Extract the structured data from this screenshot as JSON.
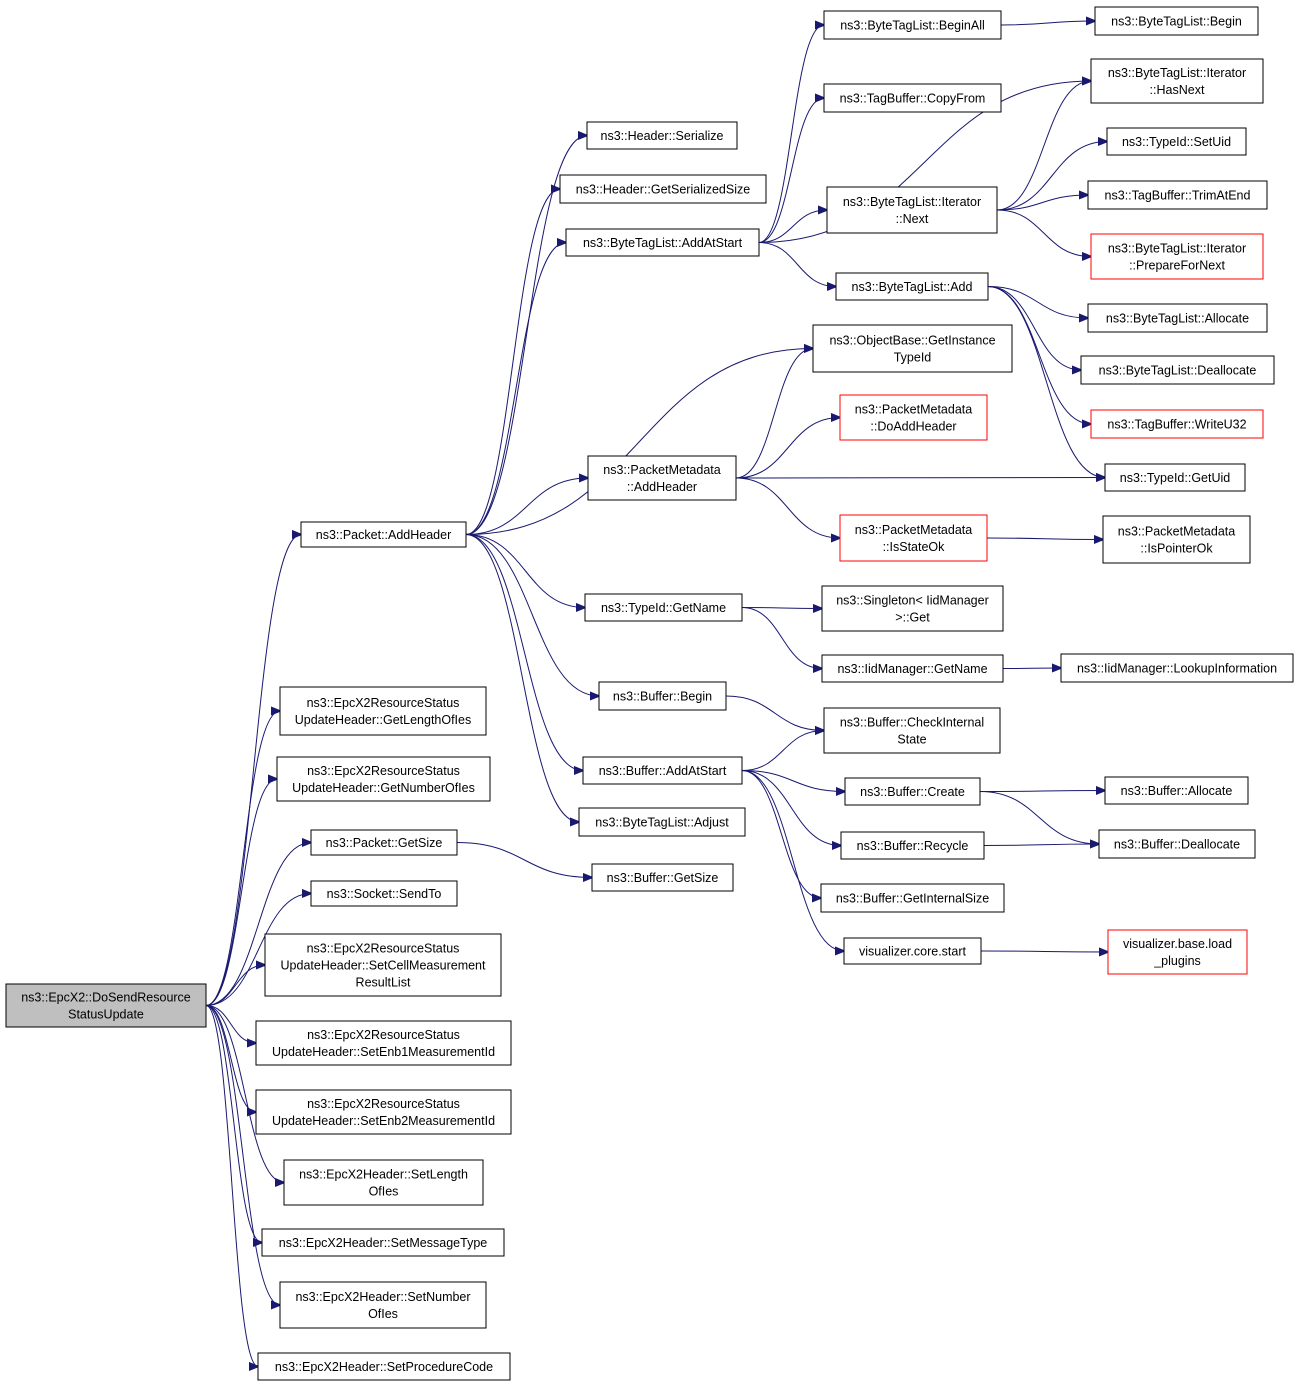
{
  "nodes": [
    {
      "id": "root",
      "lines": [
        "ns3::EpcX2::DoSendResource",
        "StatusUpdate"
      ],
      "root": true
    },
    {
      "id": "pkt_addheader",
      "lines": [
        "ns3::Packet::AddHeader"
      ]
    },
    {
      "id": "gli",
      "lines": [
        "ns3::EpcX2ResourceStatus",
        "UpdateHeader::GetLengthOfIes"
      ]
    },
    {
      "id": "gni",
      "lines": [
        "ns3::EpcX2ResourceStatus",
        "UpdateHeader::GetNumberOfIes"
      ]
    },
    {
      "id": "pkt_getsize",
      "lines": [
        "ns3::Packet::GetSize"
      ]
    },
    {
      "id": "sendto",
      "lines": [
        "ns3::Socket::SendTo"
      ]
    },
    {
      "id": "setcell",
      "lines": [
        "ns3::EpcX2ResourceStatus",
        "UpdateHeader::SetCellMeasurement",
        "ResultList"
      ]
    },
    {
      "id": "setenb1",
      "lines": [
        "ns3::EpcX2ResourceStatus",
        "UpdateHeader::SetEnb1MeasurementId"
      ]
    },
    {
      "id": "setenb2",
      "lines": [
        "ns3::EpcX2ResourceStatus",
        "UpdateHeader::SetEnb2MeasurementId"
      ]
    },
    {
      "id": "setlen",
      "lines": [
        "ns3::EpcX2Header::SetLength",
        "OfIes"
      ]
    },
    {
      "id": "setmsg",
      "lines": [
        "ns3::EpcX2Header::SetMessageType"
      ]
    },
    {
      "id": "setnum",
      "lines": [
        "ns3::EpcX2Header::SetNumber",
        "OfIes"
      ]
    },
    {
      "id": "setproc",
      "lines": [
        "ns3::EpcX2Header::SetProcedureCode"
      ]
    },
    {
      "id": "hdr_ser",
      "lines": [
        "ns3::Header::Serialize"
      ]
    },
    {
      "id": "hdr_gss",
      "lines": [
        "ns3::Header::GetSerializedSize"
      ]
    },
    {
      "id": "btl_addatstart",
      "lines": [
        "ns3::ByteTagList::AddAtStart"
      ]
    },
    {
      "id": "pm_addheader",
      "lines": [
        "ns3::PacketMetadata",
        "::AddHeader"
      ]
    },
    {
      "id": "tid_getname",
      "lines": [
        "ns3::TypeId::GetName"
      ]
    },
    {
      "id": "buf_begin",
      "lines": [
        "ns3::Buffer::Begin"
      ]
    },
    {
      "id": "buf_addatstart",
      "lines": [
        "ns3::Buffer::AddAtStart"
      ]
    },
    {
      "id": "btl_adjust",
      "lines": [
        "ns3::ByteTagList::Adjust"
      ]
    },
    {
      "id": "buf_getsize",
      "lines": [
        "ns3::Buffer::GetSize"
      ]
    },
    {
      "id": "btl_beginall",
      "lines": [
        "ns3::ByteTagList::BeginAll"
      ]
    },
    {
      "id": "tb_copyfrom",
      "lines": [
        "ns3::TagBuffer::CopyFrom"
      ]
    },
    {
      "id": "btl_it_next",
      "lines": [
        "ns3::ByteTagList::Iterator",
        "::Next"
      ]
    },
    {
      "id": "btl_add",
      "lines": [
        "ns3::ByteTagList::Add"
      ]
    },
    {
      "id": "ob_gettid",
      "lines": [
        "ns3::ObjectBase::GetInstance",
        "TypeId"
      ]
    },
    {
      "id": "pm_doadd",
      "lines": [
        "ns3::PacketMetadata",
        "::DoAddHeader"
      ],
      "missing": true
    },
    {
      "id": "pm_isstate",
      "lines": [
        "ns3::PacketMetadata",
        "::IsStateOk"
      ],
      "missing": true
    },
    {
      "id": "singleton_get",
      "lines": [
        "ns3::Singleton< IidManager",
        ">::Get"
      ]
    },
    {
      "id": "iid_getname",
      "lines": [
        "ns3::IidManager::GetName"
      ]
    },
    {
      "id": "buf_checkint",
      "lines": [
        "ns3::Buffer::CheckInternal",
        "State"
      ]
    },
    {
      "id": "buf_create",
      "lines": [
        "ns3::Buffer::Create"
      ]
    },
    {
      "id": "buf_recycle",
      "lines": [
        "ns3::Buffer::Recycle"
      ]
    },
    {
      "id": "buf_getint",
      "lines": [
        "ns3::Buffer::GetInternalSize"
      ]
    },
    {
      "id": "viz_start",
      "lines": [
        "visualizer.core.start"
      ]
    },
    {
      "id": "btl_begin",
      "lines": [
        "ns3::ByteTagList::Begin"
      ]
    },
    {
      "id": "btl_it_hasnext",
      "lines": [
        "ns3::ByteTagList::Iterator",
        "::HasNext"
      ]
    },
    {
      "id": "tid_setuid",
      "lines": [
        "ns3::TypeId::SetUid"
      ]
    },
    {
      "id": "tb_trim",
      "lines": [
        "ns3::TagBuffer::TrimAtEnd"
      ]
    },
    {
      "id": "btl_it_prep",
      "lines": [
        "ns3::ByteTagList::Iterator",
        "::PrepareForNext"
      ],
      "missing": true
    },
    {
      "id": "btl_alloc",
      "lines": [
        "ns3::ByteTagList::Allocate"
      ]
    },
    {
      "id": "btl_dealloc",
      "lines": [
        "ns3::ByteTagList::Deallocate"
      ]
    },
    {
      "id": "tb_write",
      "lines": [
        "ns3::TagBuffer::WriteU32"
      ],
      "missing": true
    },
    {
      "id": "tid_getuid",
      "lines": [
        "ns3::TypeId::GetUid"
      ]
    },
    {
      "id": "pm_isptr",
      "lines": [
        "ns3::PacketMetadata",
        "::IsPointerOk"
      ]
    },
    {
      "id": "iid_lookup",
      "lines": [
        "ns3::IidManager::LookupInformation"
      ]
    },
    {
      "id": "buf_alloc",
      "lines": [
        "ns3::Buffer::Allocate"
      ]
    },
    {
      "id": "buf_dealloc",
      "lines": [
        "ns3::Buffer::Deallocate"
      ]
    },
    {
      "id": "viz_load",
      "lines": [
        "visualizer.base.load",
        "_plugins"
      ],
      "missing": true
    }
  ],
  "edges": [
    [
      "root",
      "pkt_addheader"
    ],
    [
      "root",
      "gli"
    ],
    [
      "root",
      "gni"
    ],
    [
      "root",
      "pkt_getsize"
    ],
    [
      "root",
      "sendto"
    ],
    [
      "root",
      "setcell"
    ],
    [
      "root",
      "setenb1"
    ],
    [
      "root",
      "setenb2"
    ],
    [
      "root",
      "setlen"
    ],
    [
      "root",
      "setmsg"
    ],
    [
      "root",
      "setnum"
    ],
    [
      "root",
      "setproc"
    ],
    [
      "pkt_addheader",
      "hdr_ser"
    ],
    [
      "pkt_addheader",
      "hdr_gss"
    ],
    [
      "pkt_addheader",
      "btl_addatstart"
    ],
    [
      "pkt_addheader",
      "ob_gettid"
    ],
    [
      "pkt_addheader",
      "pm_addheader"
    ],
    [
      "pkt_addheader",
      "tid_getname"
    ],
    [
      "pkt_addheader",
      "buf_begin"
    ],
    [
      "pkt_addheader",
      "buf_addatstart"
    ],
    [
      "pkt_addheader",
      "btl_adjust"
    ],
    [
      "pkt_getsize",
      "buf_getsize"
    ],
    [
      "btl_addatstart",
      "btl_beginall"
    ],
    [
      "btl_addatstart",
      "tb_copyfrom"
    ],
    [
      "btl_addatstart",
      "btl_it_hasnext"
    ],
    [
      "btl_addatstart",
      "btl_it_next"
    ],
    [
      "btl_addatstart",
      "btl_add"
    ],
    [
      "btl_beginall",
      "btl_begin"
    ],
    [
      "btl_it_next",
      "btl_it_hasnext"
    ],
    [
      "btl_it_next",
      "tid_setuid"
    ],
    [
      "btl_it_next",
      "tb_trim"
    ],
    [
      "btl_it_next",
      "btl_it_prep"
    ],
    [
      "btl_add",
      "btl_alloc"
    ],
    [
      "btl_add",
      "btl_dealloc"
    ],
    [
      "btl_add",
      "tb_write"
    ],
    [
      "btl_add",
      "tid_getuid"
    ],
    [
      "pm_addheader",
      "ob_gettid"
    ],
    [
      "pm_addheader",
      "pm_doadd"
    ],
    [
      "pm_addheader",
      "tid_getuid"
    ],
    [
      "pm_addheader",
      "pm_isstate"
    ],
    [
      "pm_isstate",
      "pm_isptr"
    ],
    [
      "tid_getname",
      "singleton_get"
    ],
    [
      "tid_getname",
      "iid_getname"
    ],
    [
      "iid_getname",
      "iid_lookup"
    ],
    [
      "buf_begin",
      "buf_checkint"
    ],
    [
      "buf_addatstart",
      "buf_checkint"
    ],
    [
      "buf_addatstart",
      "buf_create"
    ],
    [
      "buf_addatstart",
      "buf_recycle"
    ],
    [
      "buf_addatstart",
      "buf_getint"
    ],
    [
      "buf_addatstart",
      "viz_start"
    ],
    [
      "buf_create",
      "buf_alloc"
    ],
    [
      "buf_create",
      "buf_dealloc"
    ],
    [
      "buf_recycle",
      "buf_dealloc"
    ],
    [
      "viz_start",
      "viz_load"
    ]
  ]
}
